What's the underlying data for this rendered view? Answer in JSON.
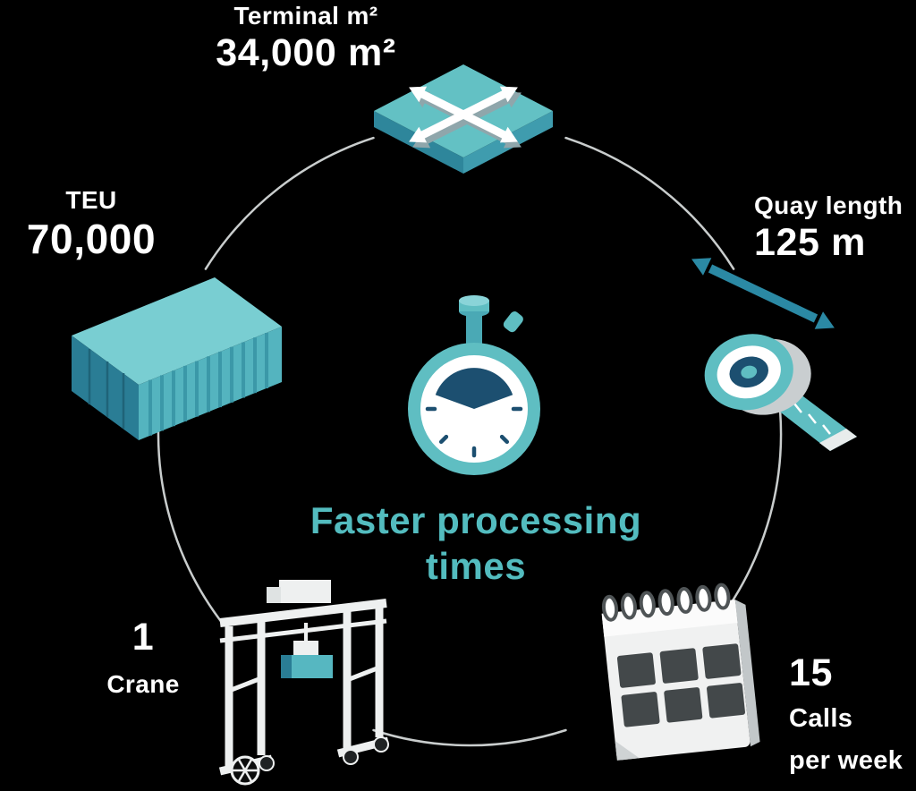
{
  "background": "#000000",
  "colors": {
    "teal": "#5fbec2",
    "teal_light": "#79ced2",
    "teal_mid": "#3f9cae",
    "teal_dark": "#2a7d95",
    "navy": "#1c4f70",
    "arrow_blue": "#2b89a4",
    "text_white": "#ffffff",
    "accent_title": "#53bcbf",
    "arc_gray": "#c9cdcd",
    "calendar_cell_gray": "#43484a"
  },
  "center": {
    "icon": "stopwatch-icon",
    "title_line1": "Faster processing",
    "title_line2": "times"
  },
  "stats": {
    "terminal": {
      "icon": "crossed-arrows-platform-icon",
      "label": "Terminal m²",
      "value": "34,000 m²"
    },
    "quay": {
      "icon": "tape-measure-icon",
      "label": "Quay length",
      "value": "125 m"
    },
    "teu": {
      "icon": "shipping-container-icon",
      "label": "TEU",
      "value": "70,000"
    },
    "crane": {
      "icon": "gantry-crane-icon",
      "value": "1",
      "label": "Crane"
    },
    "calls": {
      "icon": "calendar-icon",
      "value": "15",
      "label_line1": "Calls",
      "label_line2": "per week"
    }
  }
}
